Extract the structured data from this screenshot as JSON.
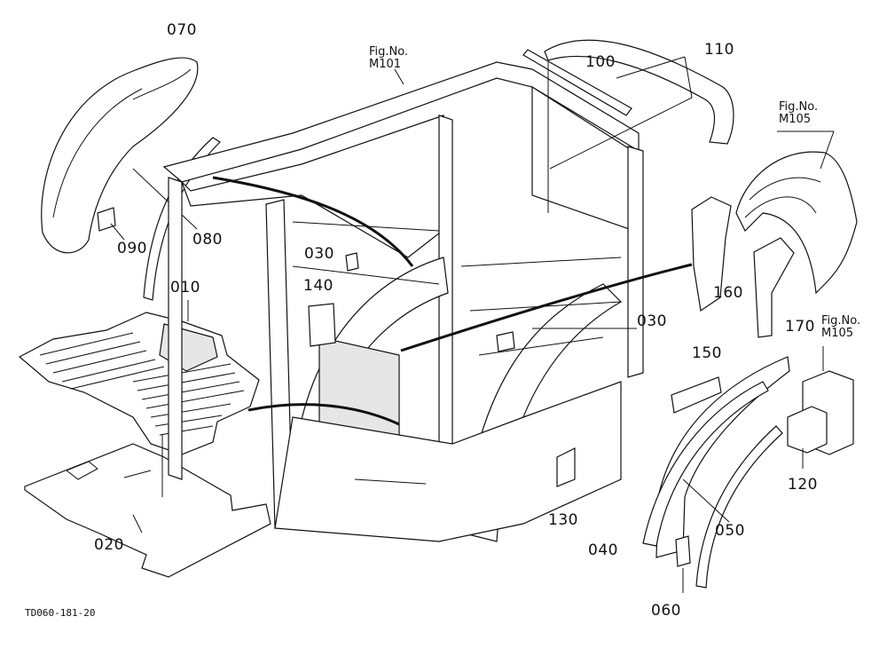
{
  "diagram": {
    "drawing_code": "TD060-181-20",
    "figure_refs": [
      {
        "id": "m101",
        "fig_label": "Fig.No.",
        "fig_number": "M101"
      },
      {
        "id": "m105a",
        "fig_label": "Fig.No.",
        "fig_number": "M105"
      },
      {
        "id": "m105b",
        "fig_label": "Fig.No.",
        "fig_number": "M105"
      }
    ],
    "part_labels": {
      "p070": "070",
      "p080": "080",
      "p090": "090",
      "p010": "010",
      "p020": "020",
      "p030a": "030",
      "p030b": "030",
      "p140": "140",
      "p100": "100",
      "p110": "110",
      "p160": "160",
      "p170": "170",
      "p150": "150",
      "p120": "120",
      "p130": "130",
      "p040": "040",
      "p050": "050",
      "p060": "060"
    }
  }
}
